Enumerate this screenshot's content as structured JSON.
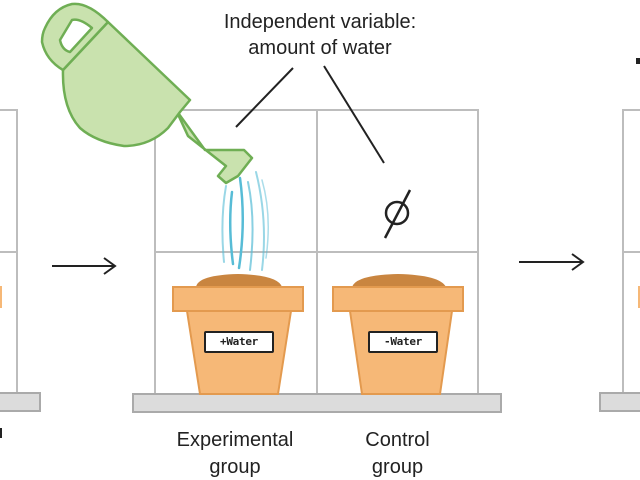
{
  "annotation": {
    "title_line1": "Independent variable:",
    "title_line2": "amount of water"
  },
  "groups": {
    "experimental": {
      "line1": "Experimental",
      "line2": "group",
      "pot_label": "+Water"
    },
    "control": {
      "line1": "Control",
      "line2": "group",
      "pot_label": "-Water"
    }
  },
  "symbols": {
    "no_water": "null-symbol"
  },
  "colors": {
    "pot": "#f6b877",
    "pot_border": "#e39a4f",
    "soil": "#c98540",
    "watering_can": "#c9e2ae",
    "watering_can_border": "#6fae54",
    "water": "#57bcd6",
    "frame": "#bdbdbd",
    "shelf": "#dcdcdc"
  }
}
